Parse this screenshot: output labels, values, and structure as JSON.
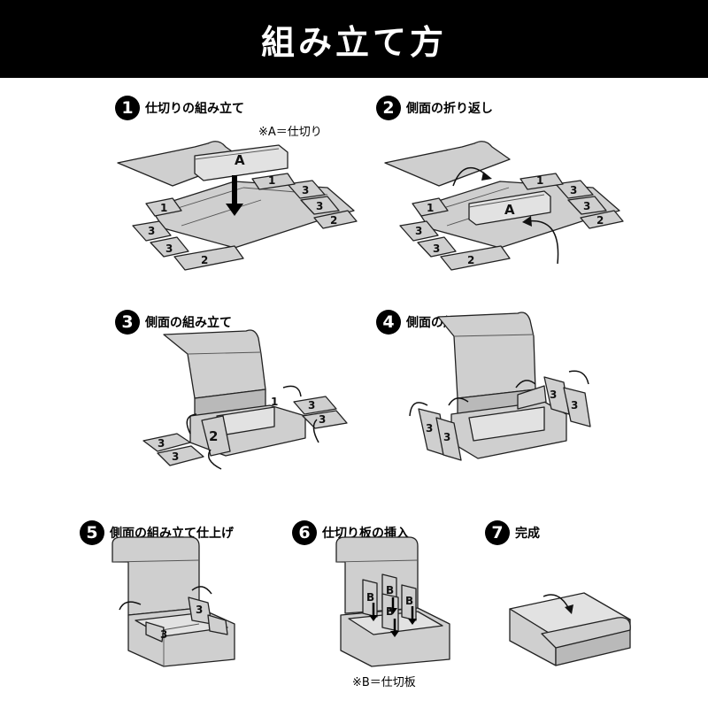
{
  "header": {
    "title": "組み立て方"
  },
  "steps": [
    {
      "num": "1",
      "title": "仕切りの組み立て",
      "note": "※A＝仕切り"
    },
    {
      "num": "2",
      "title": "側面の折り返し"
    },
    {
      "num": "3",
      "title": "側面の組み立て"
    },
    {
      "num": "4",
      "title": "側面の組み立て"
    },
    {
      "num": "5",
      "title": "側面の組み立て仕上げ"
    },
    {
      "num": "6",
      "title": "仕切り板の挿入",
      "note": "※B＝仕切板"
    },
    {
      "num": "7",
      "title": "完成"
    }
  ],
  "labels": {
    "A": "A",
    "B": "B",
    "one": "1",
    "two": "2",
    "three": "3"
  },
  "colors": {
    "header_bg": "#000000",
    "header_text": "#ffffff",
    "board": "#cfcfcf",
    "line": "#222222"
  }
}
